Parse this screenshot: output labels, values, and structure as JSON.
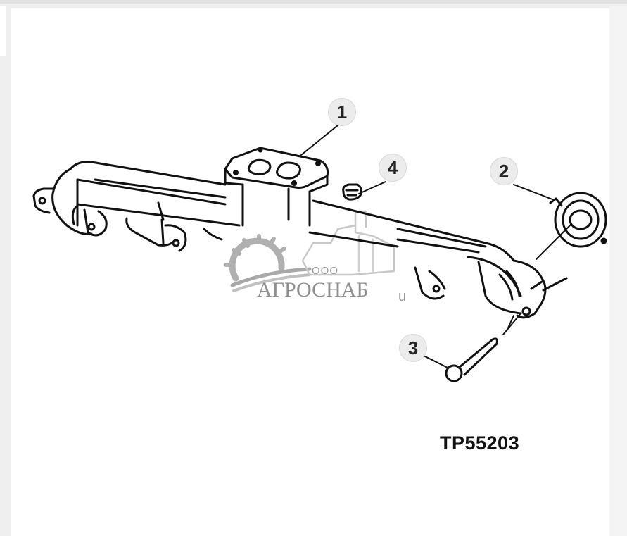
{
  "figure": {
    "code": "TP55203",
    "subject": "exhaust-manifold-exploded-view",
    "callouts": [
      {
        "label": "1",
        "part": "exhaust manifold"
      },
      {
        "label": "2",
        "part": "gasket"
      },
      {
        "label": "3",
        "part": "cap screw"
      },
      {
        "label": "4",
        "part": "nut"
      }
    ]
  },
  "watermark": {
    "prefix": "ООО",
    "name": "АГРОСНАБ",
    "suffix": "u",
    "color": "#8f8f8f"
  },
  "colors": {
    "page_background": "#efefef",
    "card_background": "#ffffff",
    "line_art": "#111111",
    "callout_fill": "#ececec"
  }
}
